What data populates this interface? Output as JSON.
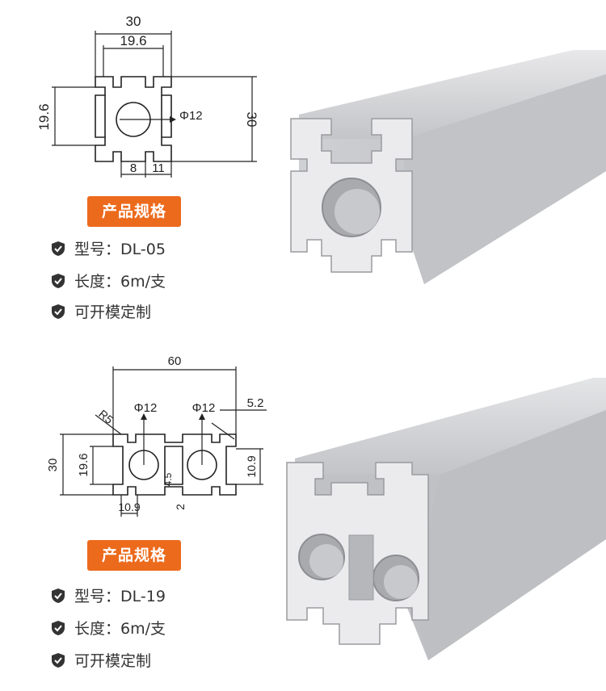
{
  "products": [
    {
      "dims": {
        "overall_width": "30",
        "inner_width": "19.6",
        "height_left": "19.6",
        "height_right": "30",
        "hole": "Φ12",
        "slot_a": "8",
        "slot_b": "11"
      },
      "badge": "产品规格",
      "specs": [
        {
          "icon": "shield-check-icon",
          "text": "型号：DL-05"
        },
        {
          "icon": "shield-check-icon",
          "text": "长度：6m/支"
        },
        {
          "icon": "shield-check-icon",
          "text": "可开模定制"
        }
      ]
    },
    {
      "dims": {
        "overall_width": "60",
        "hole_left": "Φ12",
        "hole_right": "Φ12",
        "corner": "5.2",
        "radius": "R5",
        "height_outer": "30",
        "height_inner": "19.6",
        "side_right": "10.9",
        "slot_bottom": "10.9",
        "web": "2",
        "mid": "4.5"
      },
      "badge": "产品规格",
      "specs": [
        {
          "icon": "shield-check-icon",
          "text": "型号：DL-19"
        },
        {
          "icon": "shield-check-icon",
          "text": "长度：6m/支"
        },
        {
          "icon": "shield-check-icon",
          "text": "可开模定制"
        }
      ]
    }
  ],
  "colors": {
    "badge_bg": "#ec6a1c",
    "icon": "#333333",
    "text": "#333333"
  }
}
